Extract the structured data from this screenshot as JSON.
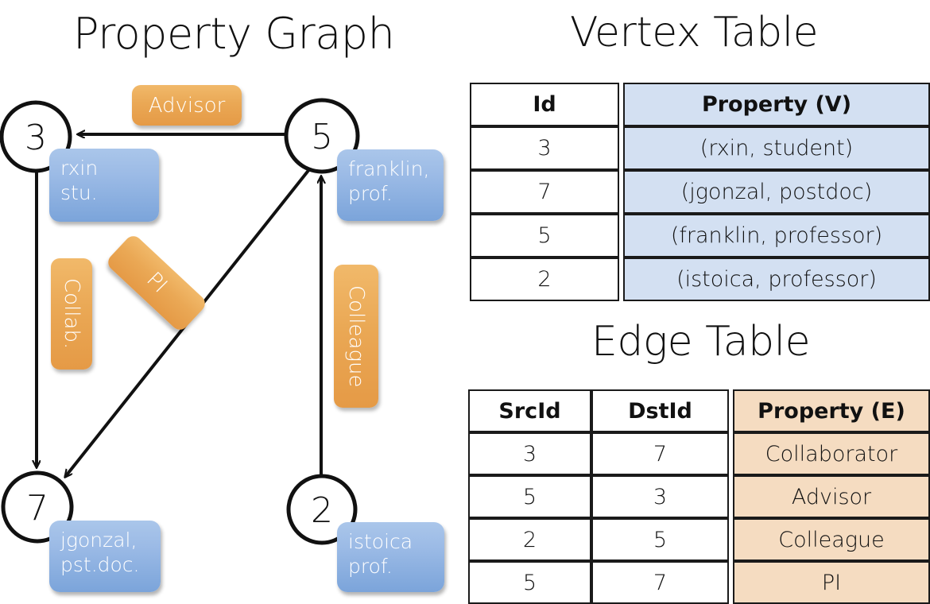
{
  "titles": {
    "property_graph": "Property Graph",
    "vertex_table": "Vertex Table",
    "edge_table": "Edge Table"
  },
  "colors": {
    "vertex_chip": "#9cbbe6",
    "edge_chip": "#eaa855",
    "vertex_cell": "#d3e0f2",
    "edge_cell": "#f5dcc1",
    "stroke": "#1a1a1a",
    "background": "#ffffff"
  },
  "graph": {
    "nodes": [
      {
        "id": "3",
        "property_lines": [
          "rxin",
          "stu."
        ]
      },
      {
        "id": "5",
        "property_lines": [
          "franklin,",
          "prof."
        ]
      },
      {
        "id": "7",
        "property_lines": [
          "jgonzal,",
          "pst.doc."
        ]
      },
      {
        "id": "2",
        "property_lines": [
          "istoica",
          "prof."
        ]
      }
    ],
    "edge_labels": [
      {
        "name": "advisor-label",
        "text": "Advisor"
      },
      {
        "name": "collab-label",
        "text": "Collab."
      },
      {
        "name": "pi-label",
        "text": "PI"
      },
      {
        "name": "colleague-label",
        "text": "Colleague"
      }
    ],
    "edges": [
      {
        "src": "5",
        "dst": "3",
        "label": "Advisor"
      },
      {
        "src": "3",
        "dst": "7",
        "label": "Collab."
      },
      {
        "src": "5",
        "dst": "7",
        "label": "PI"
      },
      {
        "src": "2",
        "dst": "5",
        "label": "Colleague"
      }
    ]
  },
  "vertex_table": {
    "headers": [
      "Id",
      "Property (V)"
    ],
    "rows": [
      {
        "id": "3",
        "property": "(rxin, student)"
      },
      {
        "id": "7",
        "property": "(jgonzal, postdoc)"
      },
      {
        "id": "5",
        "property": "(franklin, professor)"
      },
      {
        "id": "2",
        "property": "(istoica, professor)"
      }
    ]
  },
  "edge_table": {
    "headers": [
      "SrcId",
      "DstId",
      "Property (E)"
    ],
    "rows": [
      {
        "src": "3",
        "dst": "7",
        "property": "Collaborator"
      },
      {
        "src": "5",
        "dst": "3",
        "property": "Advisor"
      },
      {
        "src": "2",
        "dst": "5",
        "property": "Colleague"
      },
      {
        "src": "5",
        "dst": "7",
        "property": "PI"
      }
    ]
  }
}
